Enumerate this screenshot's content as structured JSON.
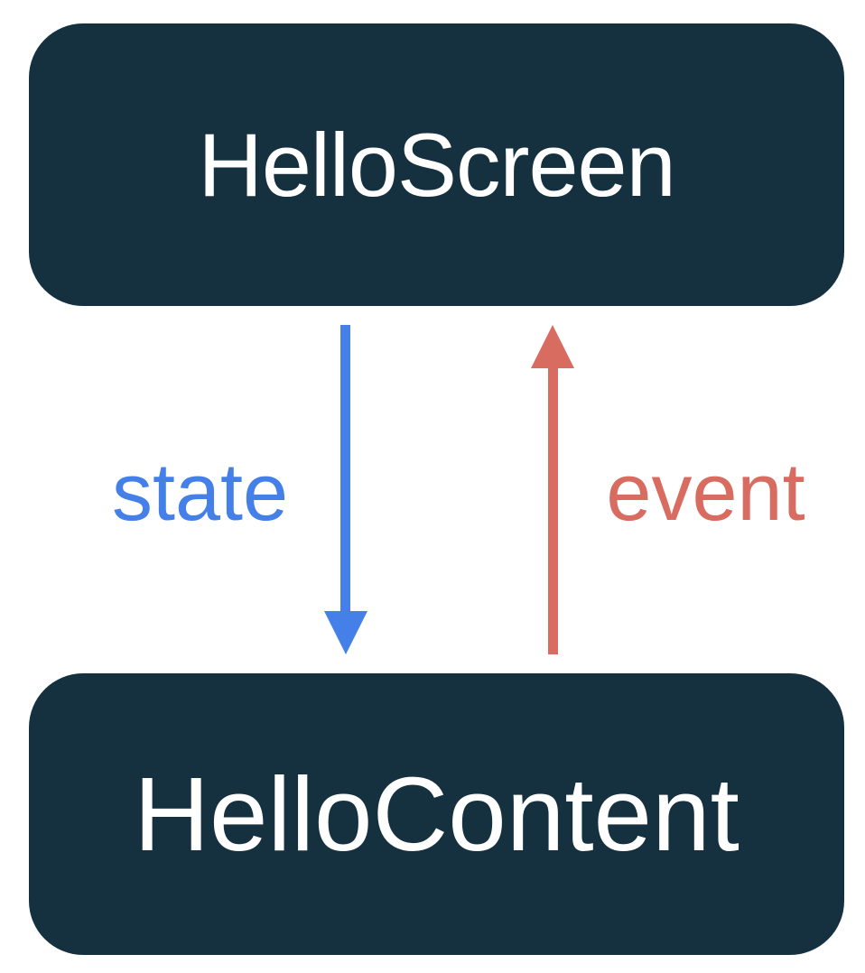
{
  "colors": {
    "background": "#FFFFFF",
    "node_fill": "#15303F",
    "node_text": "#FFFFFF",
    "state": "#4580E8",
    "event": "#D96C60"
  },
  "diagram": {
    "nodes": [
      {
        "id": "hello-screen",
        "label": "HelloScreen"
      },
      {
        "id": "hello-content",
        "label": "HelloContent"
      }
    ],
    "edges": [
      {
        "id": "state",
        "label": "state",
        "direction": "down",
        "from": "hello-screen",
        "to": "hello-content"
      },
      {
        "id": "event",
        "label": "event",
        "direction": "up",
        "from": "hello-content",
        "to": "hello-screen"
      }
    ]
  }
}
